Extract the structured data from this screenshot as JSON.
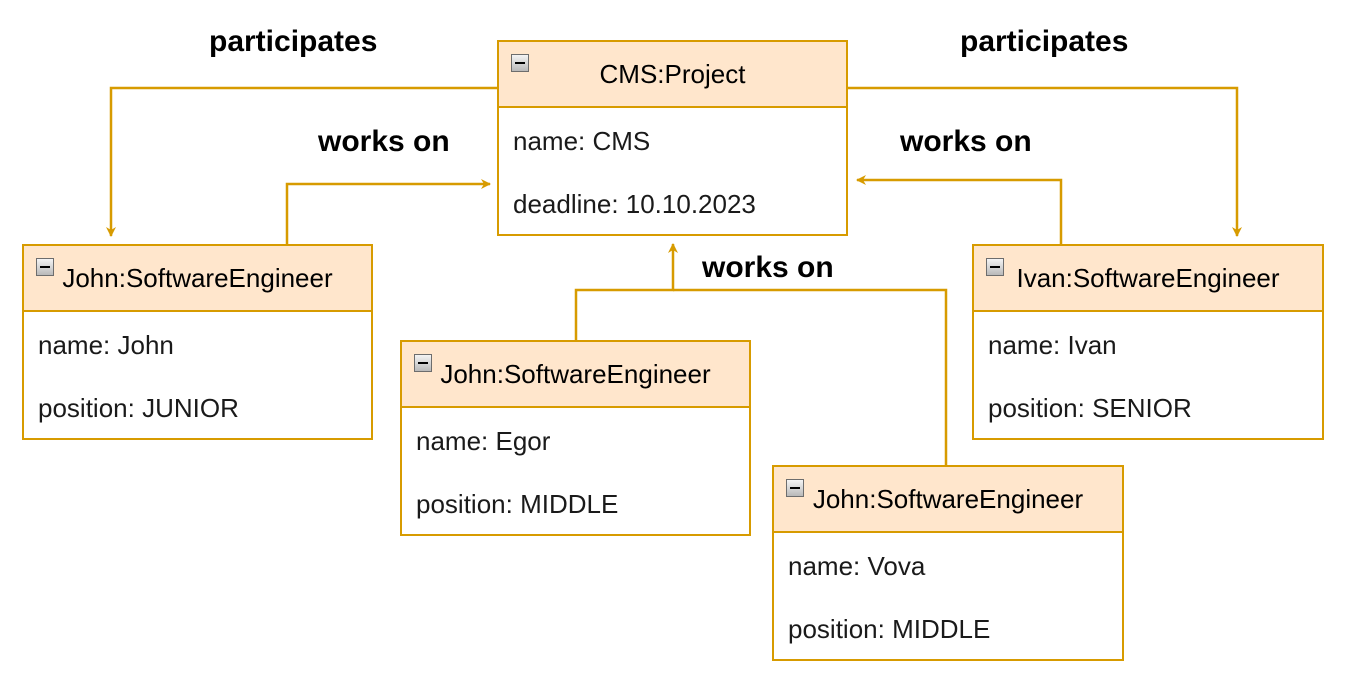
{
  "colors": {
    "stroke": "#d79b00",
    "header_fill": "#ffe6cc",
    "body_fill": "#ffffff"
  },
  "icon": "collapse-minus-icon",
  "nodes": {
    "project": {
      "title": "CMS:Project",
      "rows": [
        "name: CMS",
        "deadline: 10.10.2023"
      ]
    },
    "john": {
      "title": "John:SoftwareEngineer",
      "rows": [
        "name: John",
        "position: JUNIOR"
      ]
    },
    "egor": {
      "title": "John:SoftwareEngineer",
      "rows": [
        "name: Egor",
        "position: MIDDLE"
      ]
    },
    "vova": {
      "title": "John:SoftwareEngineer",
      "rows": [
        "name: Vova",
        "position: MIDDLE"
      ]
    },
    "ivan": {
      "title": "Ivan:SoftwareEngineer",
      "rows": [
        "name: Ivan",
        "position: SENIOR"
      ]
    }
  },
  "edges": {
    "participates_left": "participates",
    "participates_right": "participates",
    "works_on_john": "works on",
    "works_on_ivan": "works on",
    "works_on_egor_vova": "works on"
  }
}
